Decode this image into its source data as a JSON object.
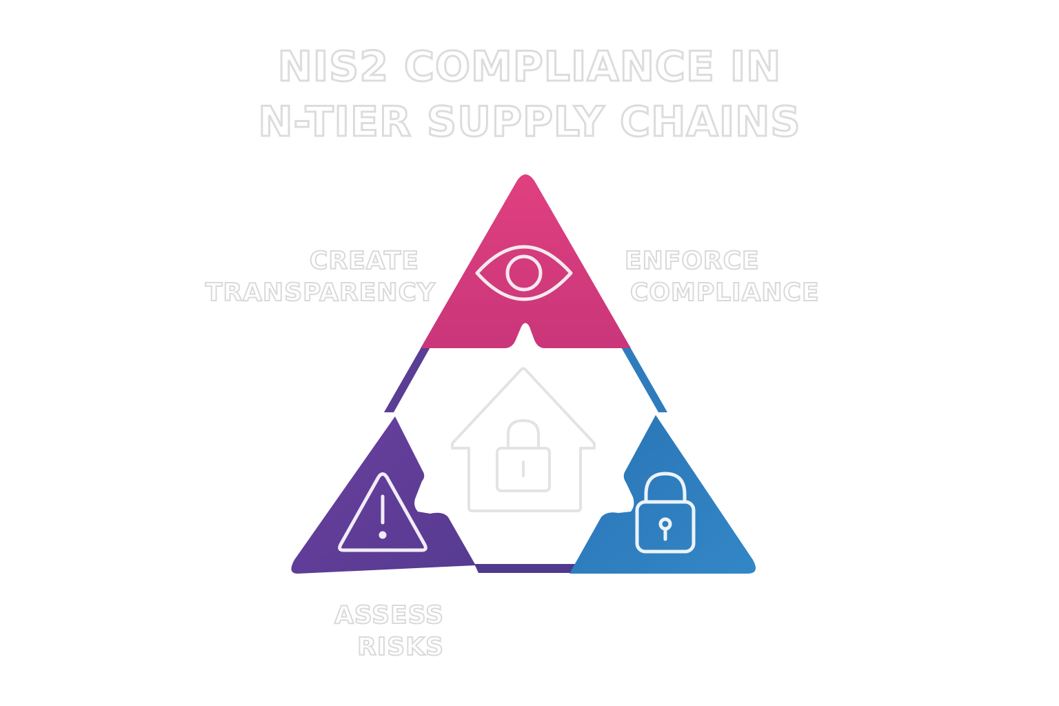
{
  "title": {
    "line1": "NIS2 COMPLIANCE IN",
    "line2": "N-TIER SUPPLY CHAINS"
  },
  "segments": {
    "top": {
      "label_line1": "CREATE",
      "label_line2": "TRANSPARENCY",
      "icon": "eye-icon",
      "color": "#d9387e"
    },
    "right": {
      "label_line1": "ENFORCE",
      "label_line2": "COMPLIANCE",
      "icon": "padlock-icon",
      "color": "#2f7cbd"
    },
    "left": {
      "label_line1": "ASSESS",
      "label_line2": "RISKS",
      "icon": "warning-triangle-icon",
      "color": "#5f3f98"
    }
  },
  "center": {
    "icon": "house-lock-icon"
  }
}
